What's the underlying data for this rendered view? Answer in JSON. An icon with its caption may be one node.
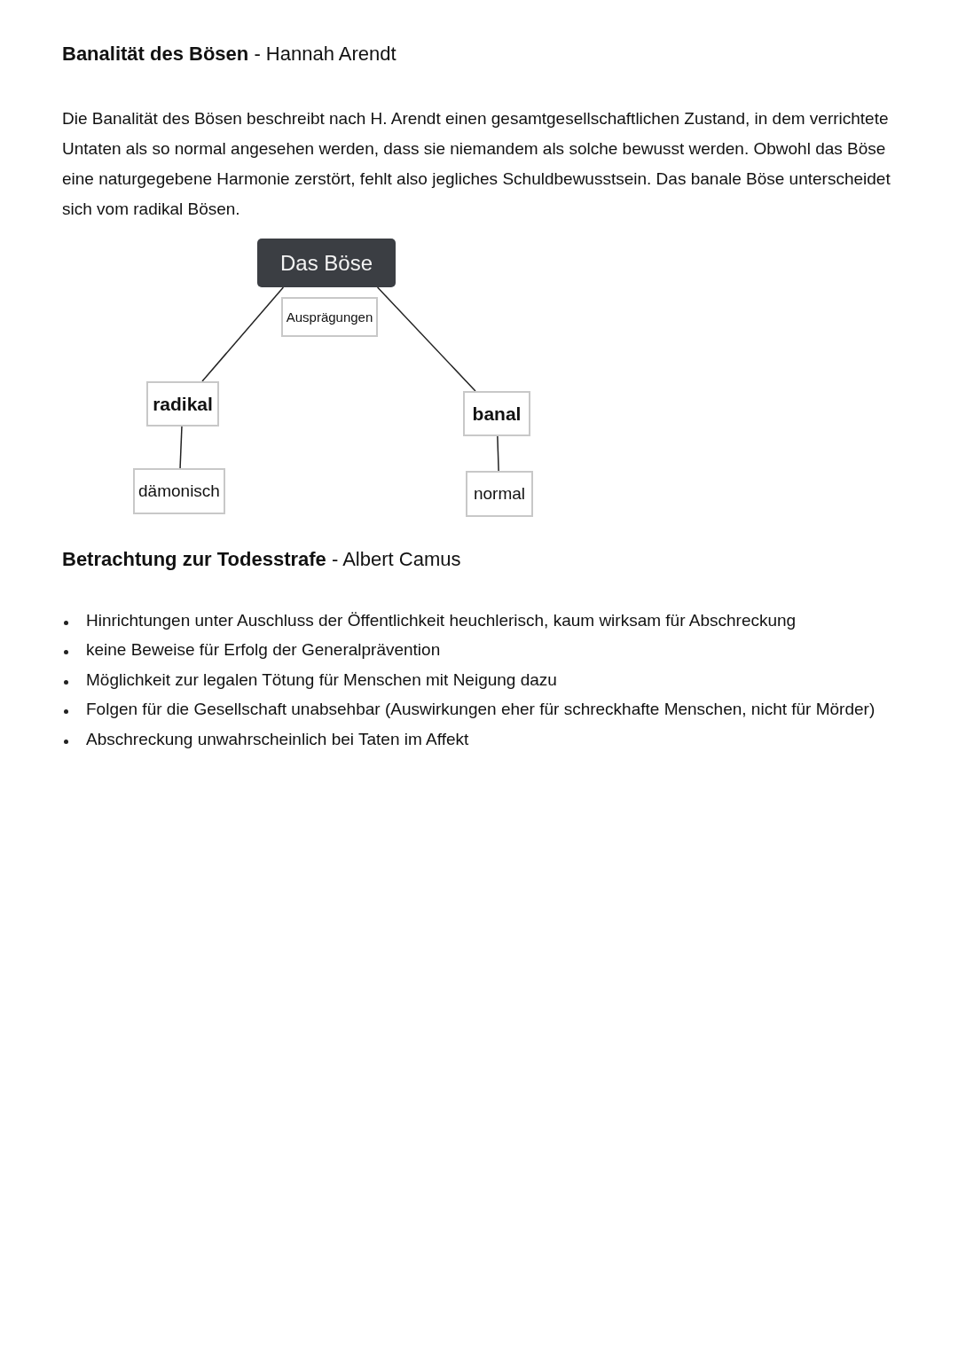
{
  "diagram": {
    "nodes": [
      {
        "text": [
          "Das Böse"
        ]
      },
      {
        "text": [
          "Ausprägungen"
        ]
      },
      {
        "text": [
          "radikal"
        ]
      },
      {
        "text": [
          "banal"
        ]
      },
      {
        "text": [
          "dämonisch"
        ]
      },
      {
        "text": [
          "normal"
        ]
      }
    ],
    "edges": [
      {
        "from": 0,
        "to": 2,
        "arrow": "none"
      },
      {
        "from": 0,
        "to": 3,
        "arrow": "none"
      },
      {
        "from": 2,
        "to": 4,
        "arrow": "none"
      },
      {
        "from": 3,
        "to": 5,
        "arrow": "none"
      }
    ],
    "labels": [
      "**Banalität des Bösen** - Hannah Arendt",
      "Die Banalität des Bösen beschreibt nach H. Arendt einen gesamtgesellschaftlichen Zustand, in dem verrichtete Untaten als so normal angesehen werden, dass sie niemandem als solche bewusst werden. Obwohl das Böse eine naturgegebene Harmonie zerstört, fehlt also jegliches Schuldbewusstsein. Das banale Böse unterscheidet sich vom radikal Bösen.",
      "**Betrachtung zur Todesstrafe** - Albert Camus",
      "Hinrichtungen unter Auschluss der Öffentlichkeit heuchlerisch, kaum wirksam für Abschreckung",
      "keine Beweise für Erfolg der Generalprävention",
      "Möglichkeit zur legalen Tötung für Menschen mit Neigung dazu",
      "Folgen für die Gesellschaft unabsehbar (Auswirkungen eher für schreckhafte Menschen, nicht für Mörder)",
      "Abschreckung unwahrscheinlich bei Taten im Affekt"
    ]
  }
}
